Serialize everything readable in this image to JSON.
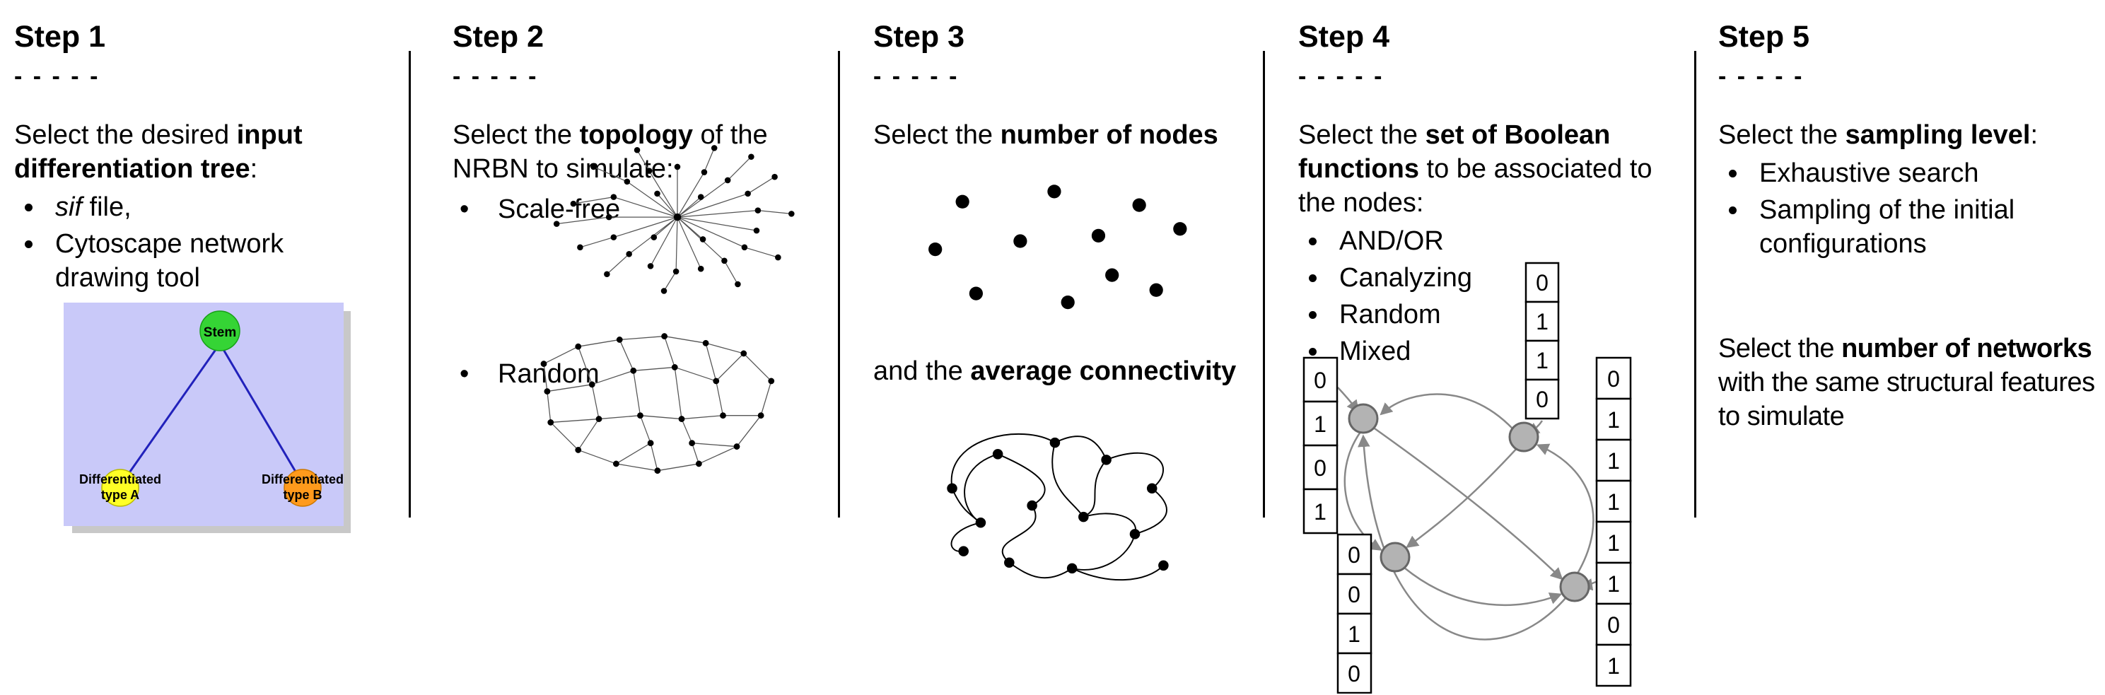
{
  "dashes": "- - - - -",
  "step1": {
    "title": "Step 1",
    "intro": {
      "pre": "Select the desired ",
      "bold": "input differentiation tree",
      "post": ":"
    },
    "bullets": {
      "b1_italic": "sif",
      "b1_rest": " file,",
      "b2": "Cytoscape network drawing tool"
    },
    "tree": {
      "stem_label": "Stem",
      "node_a_line1": "Differentiated",
      "node_a_line2": "type A",
      "node_b_line1": "Differentiated",
      "node_b_line2": "type B",
      "colors": {
        "background": "#c9c9f9",
        "stem": "#35d435",
        "type_a": "#ffff26",
        "type_b": "#ff9a1c",
        "edge": "#2121bb"
      }
    }
  },
  "step2": {
    "title": "Step 2",
    "intro": {
      "pre": "Select the ",
      "bold": "topology",
      "post": " of the NRBN to simulate:"
    },
    "bullets": {
      "b1": "Scale-free",
      "b2": "Random"
    }
  },
  "step3": {
    "title": "Step 3",
    "line1": {
      "pre": "Select the ",
      "bold": "number of nodes"
    },
    "line2": {
      "pre": "and the ",
      "bold": "average connectivity"
    }
  },
  "step4": {
    "title": "Step 4",
    "intro": {
      "pre": "Select the ",
      "bold": "set of Boolean functions",
      "post": " to be associated to the nodes:"
    },
    "bullets": [
      "AND/OR",
      "Canalyzing",
      "Random",
      "Mixed"
    ],
    "truth_tables": {
      "top": [
        "0",
        "1",
        "1",
        "0"
      ],
      "left": [
        "0",
        "1",
        "0",
        "1"
      ],
      "bottom_left": [
        "0",
        "0",
        "1",
        "0"
      ],
      "right": [
        "0",
        "1",
        "1",
        "1",
        "1",
        "1",
        "0",
        "1"
      ]
    }
  },
  "step5": {
    "title": "Step 5",
    "intro": {
      "pre": "Select the ",
      "bold": "sampling level",
      "post": ":"
    },
    "bullets": [
      "Exhaustive search",
      "Sampling of the initial configurations"
    ],
    "para2": {
      "pre": "Select the ",
      "bold": "number of networks",
      "post": " with the same structural features to simulate"
    }
  }
}
